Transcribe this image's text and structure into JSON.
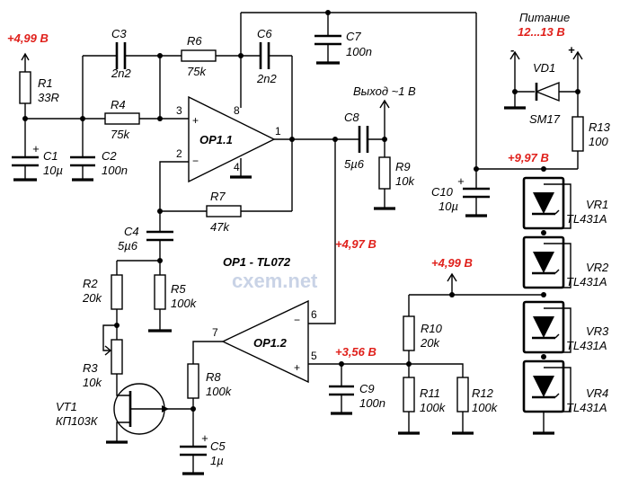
{
  "labels": {
    "v499_left": "+4,99 В",
    "r1_name": "R1",
    "r1_val": "33R",
    "c1_name": "C1",
    "c1_val": "10µ",
    "c2_name": "C2",
    "c2_val": "100n",
    "c3_name": "C3",
    "c3_val": "2n2",
    "r4_name": "R4",
    "r4_val": "75k",
    "r6_name": "R6",
    "r6_val": "75k",
    "c6_name": "C6",
    "c6_val": "2n2",
    "c7_name": "C7",
    "c7_val": "100n",
    "op11": "OP1.1",
    "output": "Выход ~1 В",
    "c8_name": "C8",
    "c8_val": "5µ6",
    "r9_name": "R9",
    "r9_val": "10k",
    "r7_name": "R7",
    "r7_val": "47k",
    "c4_name": "C4",
    "c4_val": "5µ6",
    "op_type": "OP1 - TL072",
    "r2_name": "R2",
    "r2_val": "20k",
    "r5_name": "R5",
    "r5_val": "100k",
    "r3_name": "R3",
    "r3_val": "10k",
    "vt1_name": "VT1",
    "vt1_type": "КП103К",
    "r8_name": "R8",
    "r8_val": "100k",
    "c5_name": "C5",
    "c5_val": "1µ",
    "op12": "OP1.2",
    "v497": "+4,97 В",
    "v356": "+3,56 В",
    "c9_name": "C9",
    "c9_val": "100n",
    "v499_right": "+4,99 В",
    "r10_name": "R10",
    "r10_val": "20k",
    "r11_name": "R11",
    "r11_val": "100k",
    "r12_name": "R12",
    "r12_val": "100k",
    "supply_title": "Питание",
    "supply_range": "12...13 В",
    "vd1_name": "VD1",
    "vd1_type": "SM17",
    "r13_name": "R13",
    "r13_val": "100",
    "v997": "+9,97 В",
    "c10_name": "C10",
    "c10_val": "10µ",
    "vr1_name": "VR1",
    "vr2_name": "VR2",
    "vr3_name": "VR3",
    "vr4_name": "VR4",
    "vr_type": "TL431A",
    "minus": "-",
    "plus": "+",
    "watermark": "cxem.net"
  },
  "pins": {
    "p3": "3",
    "p2": "2",
    "p8": "8",
    "p4": "4",
    "p1": "1",
    "p7": "7",
    "p6": "6",
    "p5": "5",
    "in_plus": "+",
    "in_minus": "−",
    "cap_plus": "+"
  },
  "colors": {
    "voltage_label": "#e0201b",
    "line": "#000000",
    "watermark": "#c9d3e6"
  }
}
